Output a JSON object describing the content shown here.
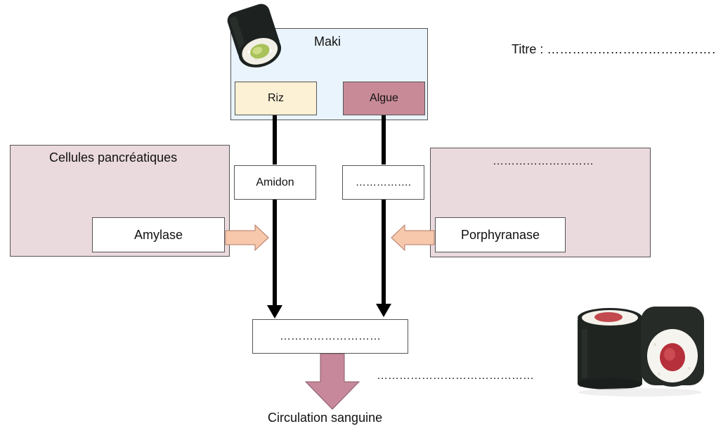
{
  "title_line": {
    "text": "Titre : ……………………………………"
  },
  "maki": {
    "label": "Maki",
    "riz": "Riz",
    "algue": "Algue"
  },
  "substrates": {
    "left": "Amidon",
    "right": "……………."
  },
  "left_panel": {
    "title": "Cellules pancréatiques",
    "enzyme": "Amylase"
  },
  "right_panel": {
    "title": "………………………",
    "enzyme": "Porphyranase"
  },
  "product_box": {
    "text": "………………………"
  },
  "process_blank": {
    "text": "……………………………………"
  },
  "destination": {
    "text": "Circulation sanguine"
  },
  "colors": {
    "maki_bg": "#eaf4fd",
    "riz_bg": "#fdf1d5",
    "algue_bg": "#c88a97",
    "panel_bg": "#ead9dd",
    "small_arrow": "#f8c8ad",
    "big_arrow": "#c6889a"
  },
  "icons": {
    "top_image": "maki-roll-avocado",
    "bottom_image": "maki-rolls-tuna"
  }
}
